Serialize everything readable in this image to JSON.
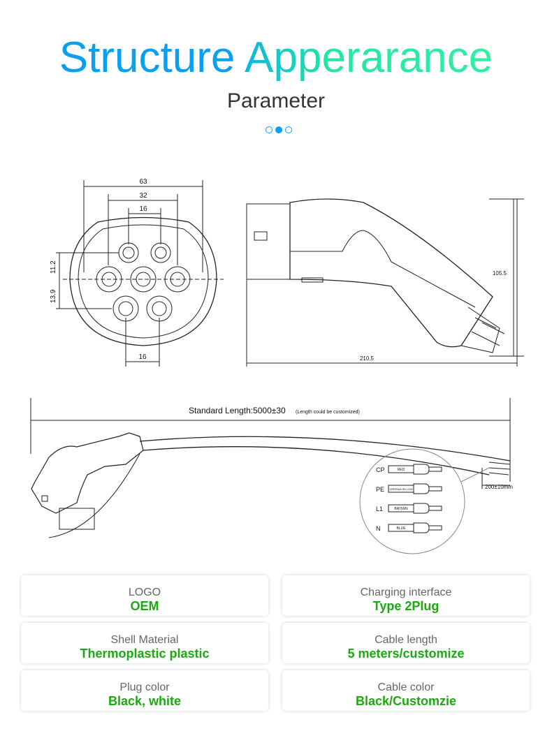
{
  "header": {
    "title_part1": "Structure",
    "title_part2": "Apperarance",
    "subtitle": "Parameter",
    "pager": {
      "count": 3,
      "active": 2
    }
  },
  "colors": {
    "blue": "#0aa0f0",
    "green": "#1aaa10"
  },
  "front_view": {
    "dims": {
      "width_total": "63",
      "width_mid": "32",
      "width_top": "16",
      "width_bottom": "16",
      "height_upper": "11.2",
      "height_lower": "13.9"
    }
  },
  "side_view": {
    "dims": {
      "length": "210.5",
      "height": "105.5"
    }
  },
  "cable": {
    "standard_length": "Standard Length:5000±30",
    "note": "(Length could be customized)",
    "strip_length": "200±10mm",
    "wires": [
      {
        "pin": "CP",
        "color": "RED"
      },
      {
        "pin": "PE",
        "color": "GREEN&YELLOW"
      },
      {
        "pin": "L1",
        "color": "BROWN"
      },
      {
        "pin": "N",
        "color": "BLUE"
      }
    ]
  },
  "specs": [
    {
      "label": "LOGO",
      "value": "OEM"
    },
    {
      "label": "Charging interface",
      "value": "Type 2Plug"
    },
    {
      "label": "Shell Material",
      "value": "Thermoplastic plastic"
    },
    {
      "label": "Cable length",
      "value": "5 meters/customize"
    },
    {
      "label": "Plug color",
      "value": "Black, white"
    },
    {
      "label": "Cable color",
      "value": "Black/Customzie"
    }
  ]
}
